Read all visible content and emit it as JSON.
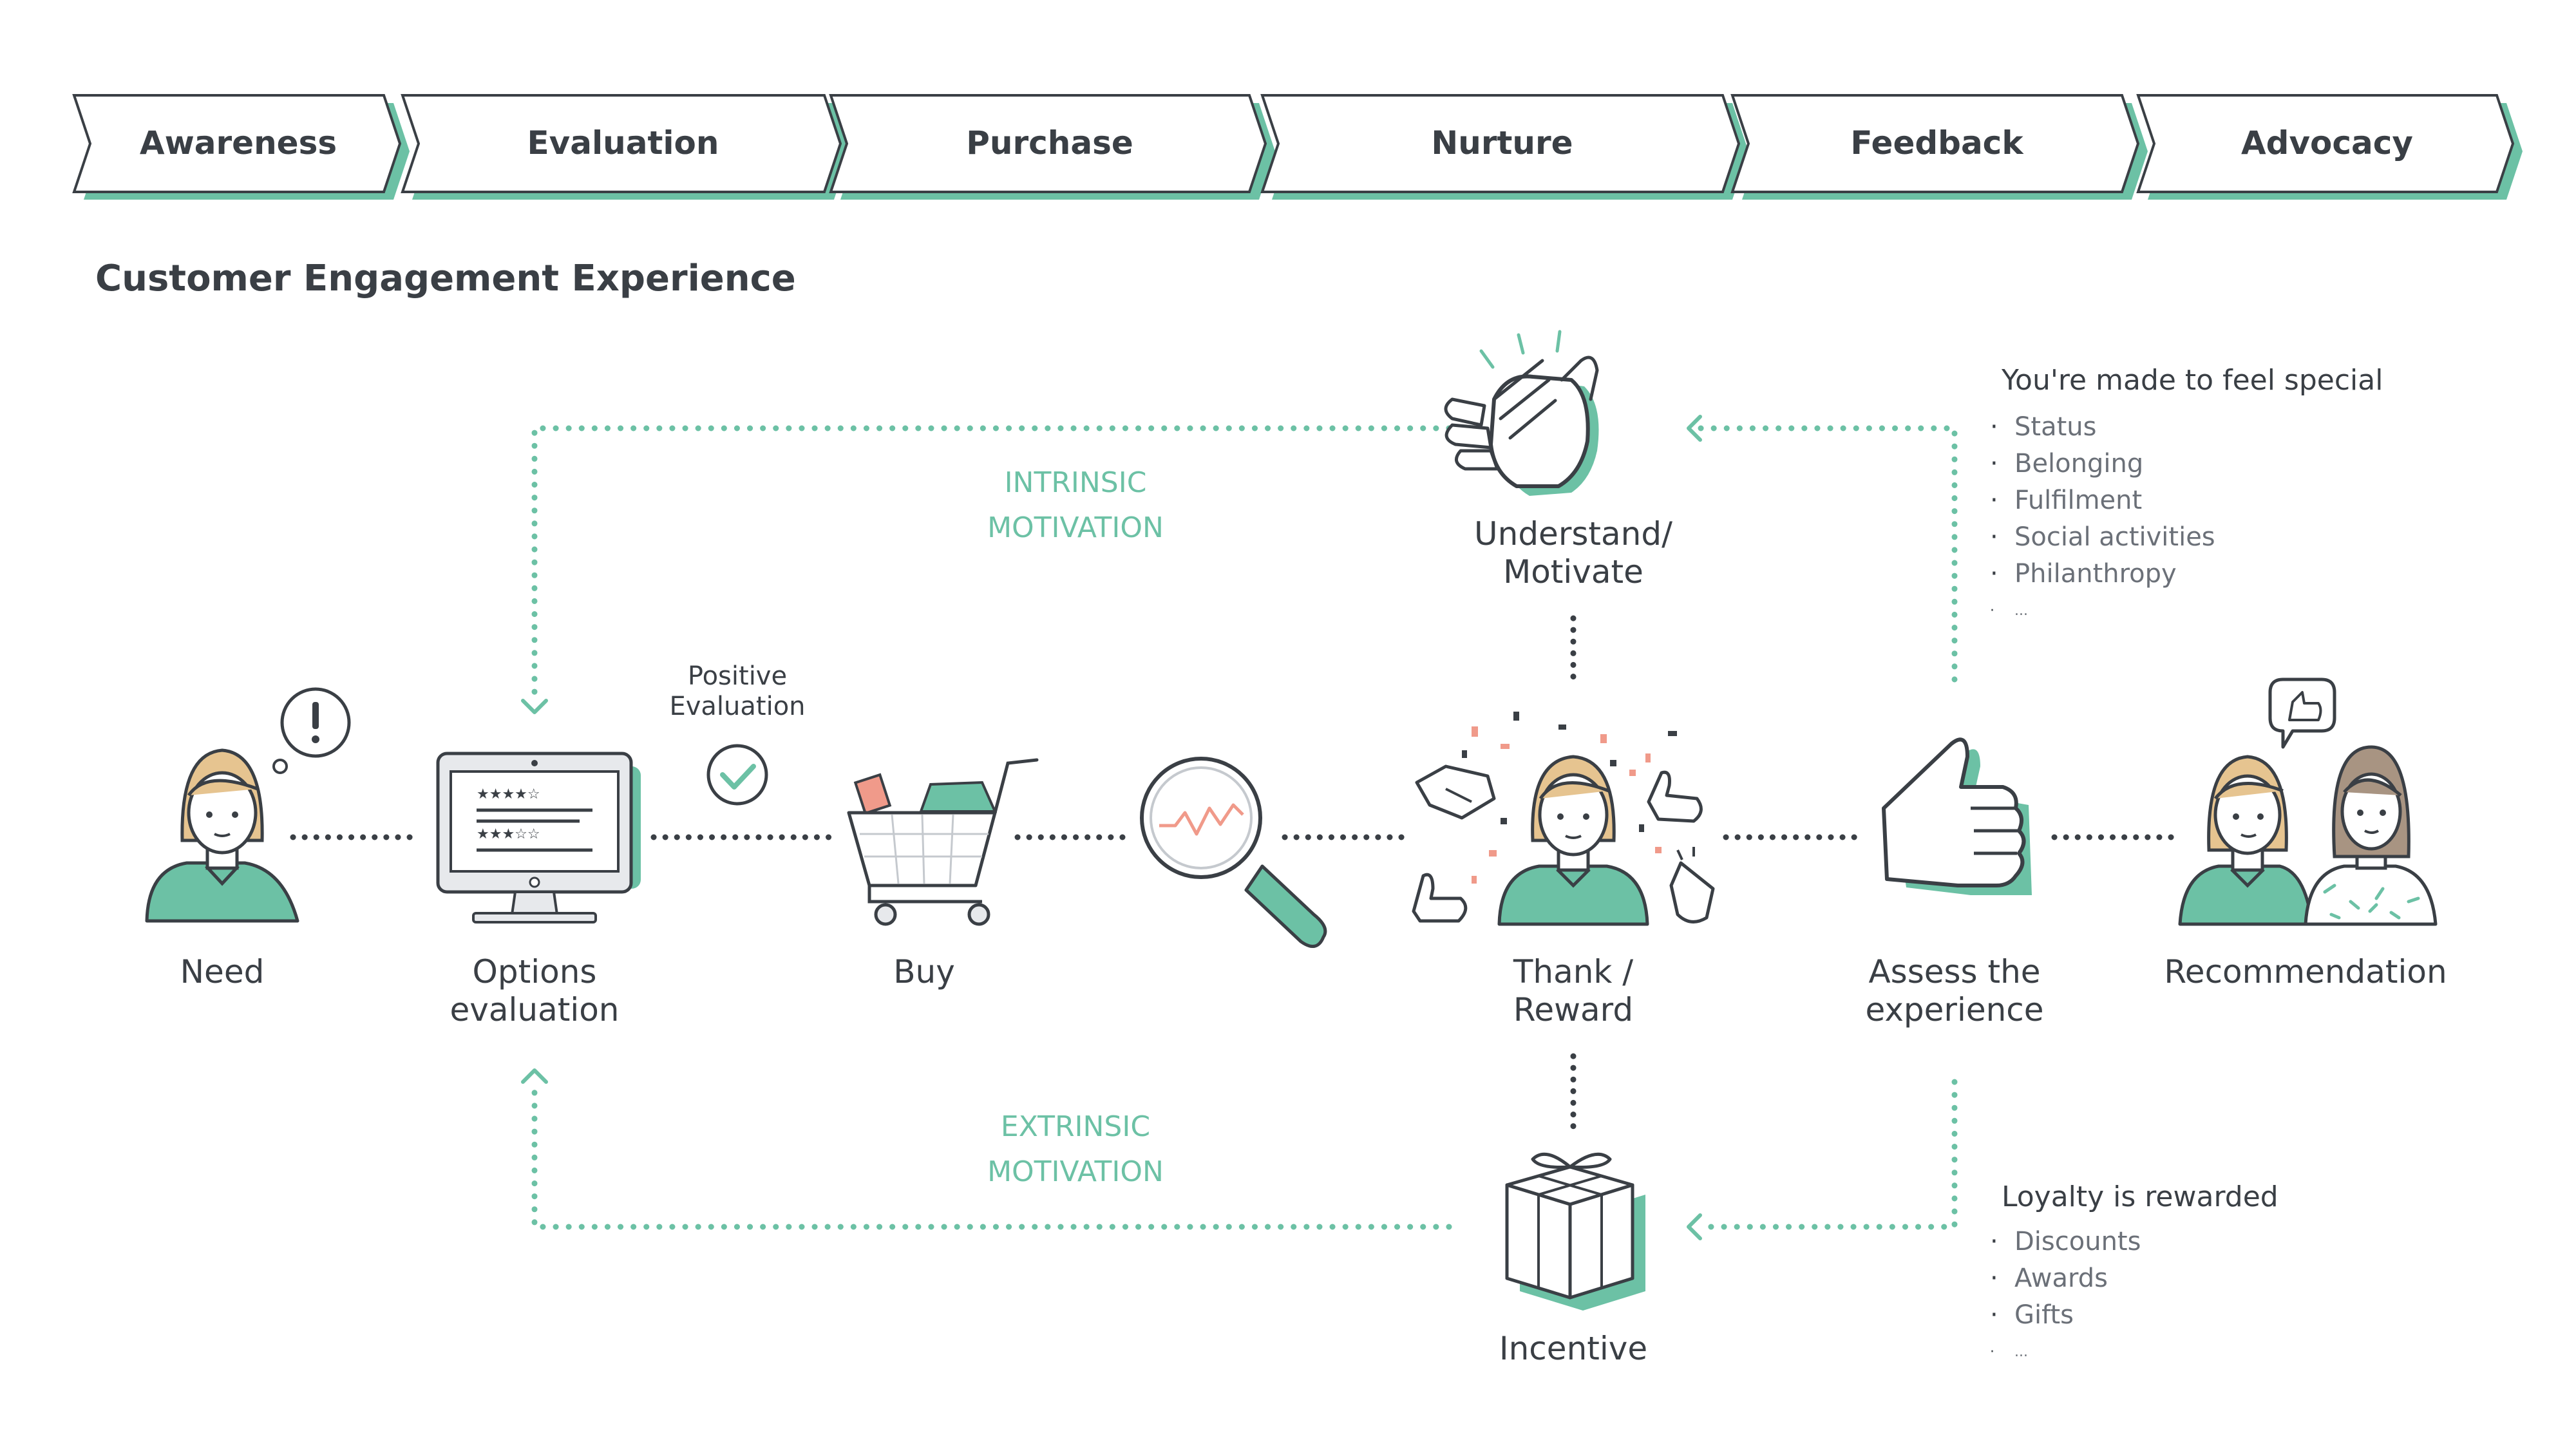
{
  "stages": [
    {
      "label": "Awareness"
    },
    {
      "label": "Evaluation"
    },
    {
      "label": "Purchase"
    },
    {
      "label": "Nurture"
    },
    {
      "label": "Feedback"
    },
    {
      "label": "Advocacy"
    }
  ],
  "title": "Customer Engagement Experience",
  "nodes": {
    "need": "Need",
    "options_line1": "Options",
    "options_line2": "evaluation",
    "buy": "Buy",
    "thank_line1": "Thank /",
    "thank_line2": "Reward",
    "assess_line1": "Assess the",
    "assess_line2": "experience",
    "recommendation": "Recommendation",
    "understand_line1": "Understand/",
    "understand_line2": "Motivate",
    "incentive": "Incentive"
  },
  "positive_evaluation": {
    "line1": "Positive",
    "line2": "Evaluation"
  },
  "intrinsic": {
    "line1": "INTRINSIC",
    "line2": "MOTIVATION"
  },
  "extrinsic": {
    "line1": "EXTRINSIC",
    "line2": "MOTIVATION"
  },
  "special": {
    "heading": "You're made to feel special",
    "items": [
      "Status",
      "Belonging",
      "Fulfilment",
      "Social activities",
      "Philanthropy",
      "..."
    ]
  },
  "loyalty": {
    "heading": "Loyalty is rewarded",
    "items": [
      "Discounts",
      "Awards",
      "Gifts",
      "..."
    ]
  },
  "icons": [
    "person-alert-icon",
    "monitor-reviews-icon",
    "check-circle-icon",
    "shopping-cart-icon",
    "magnifier-graph-icon",
    "person-celebration-icon",
    "thumbs-up-icon",
    "two-people-icon",
    "clapping-hands-icon",
    "gift-box-icon"
  ],
  "colors": {
    "accent": "#6cc1a5",
    "dark": "#3a3f45",
    "skin": "#f2d9b5",
    "hair": "#e6c490",
    "confetti": "#f09a8a"
  }
}
